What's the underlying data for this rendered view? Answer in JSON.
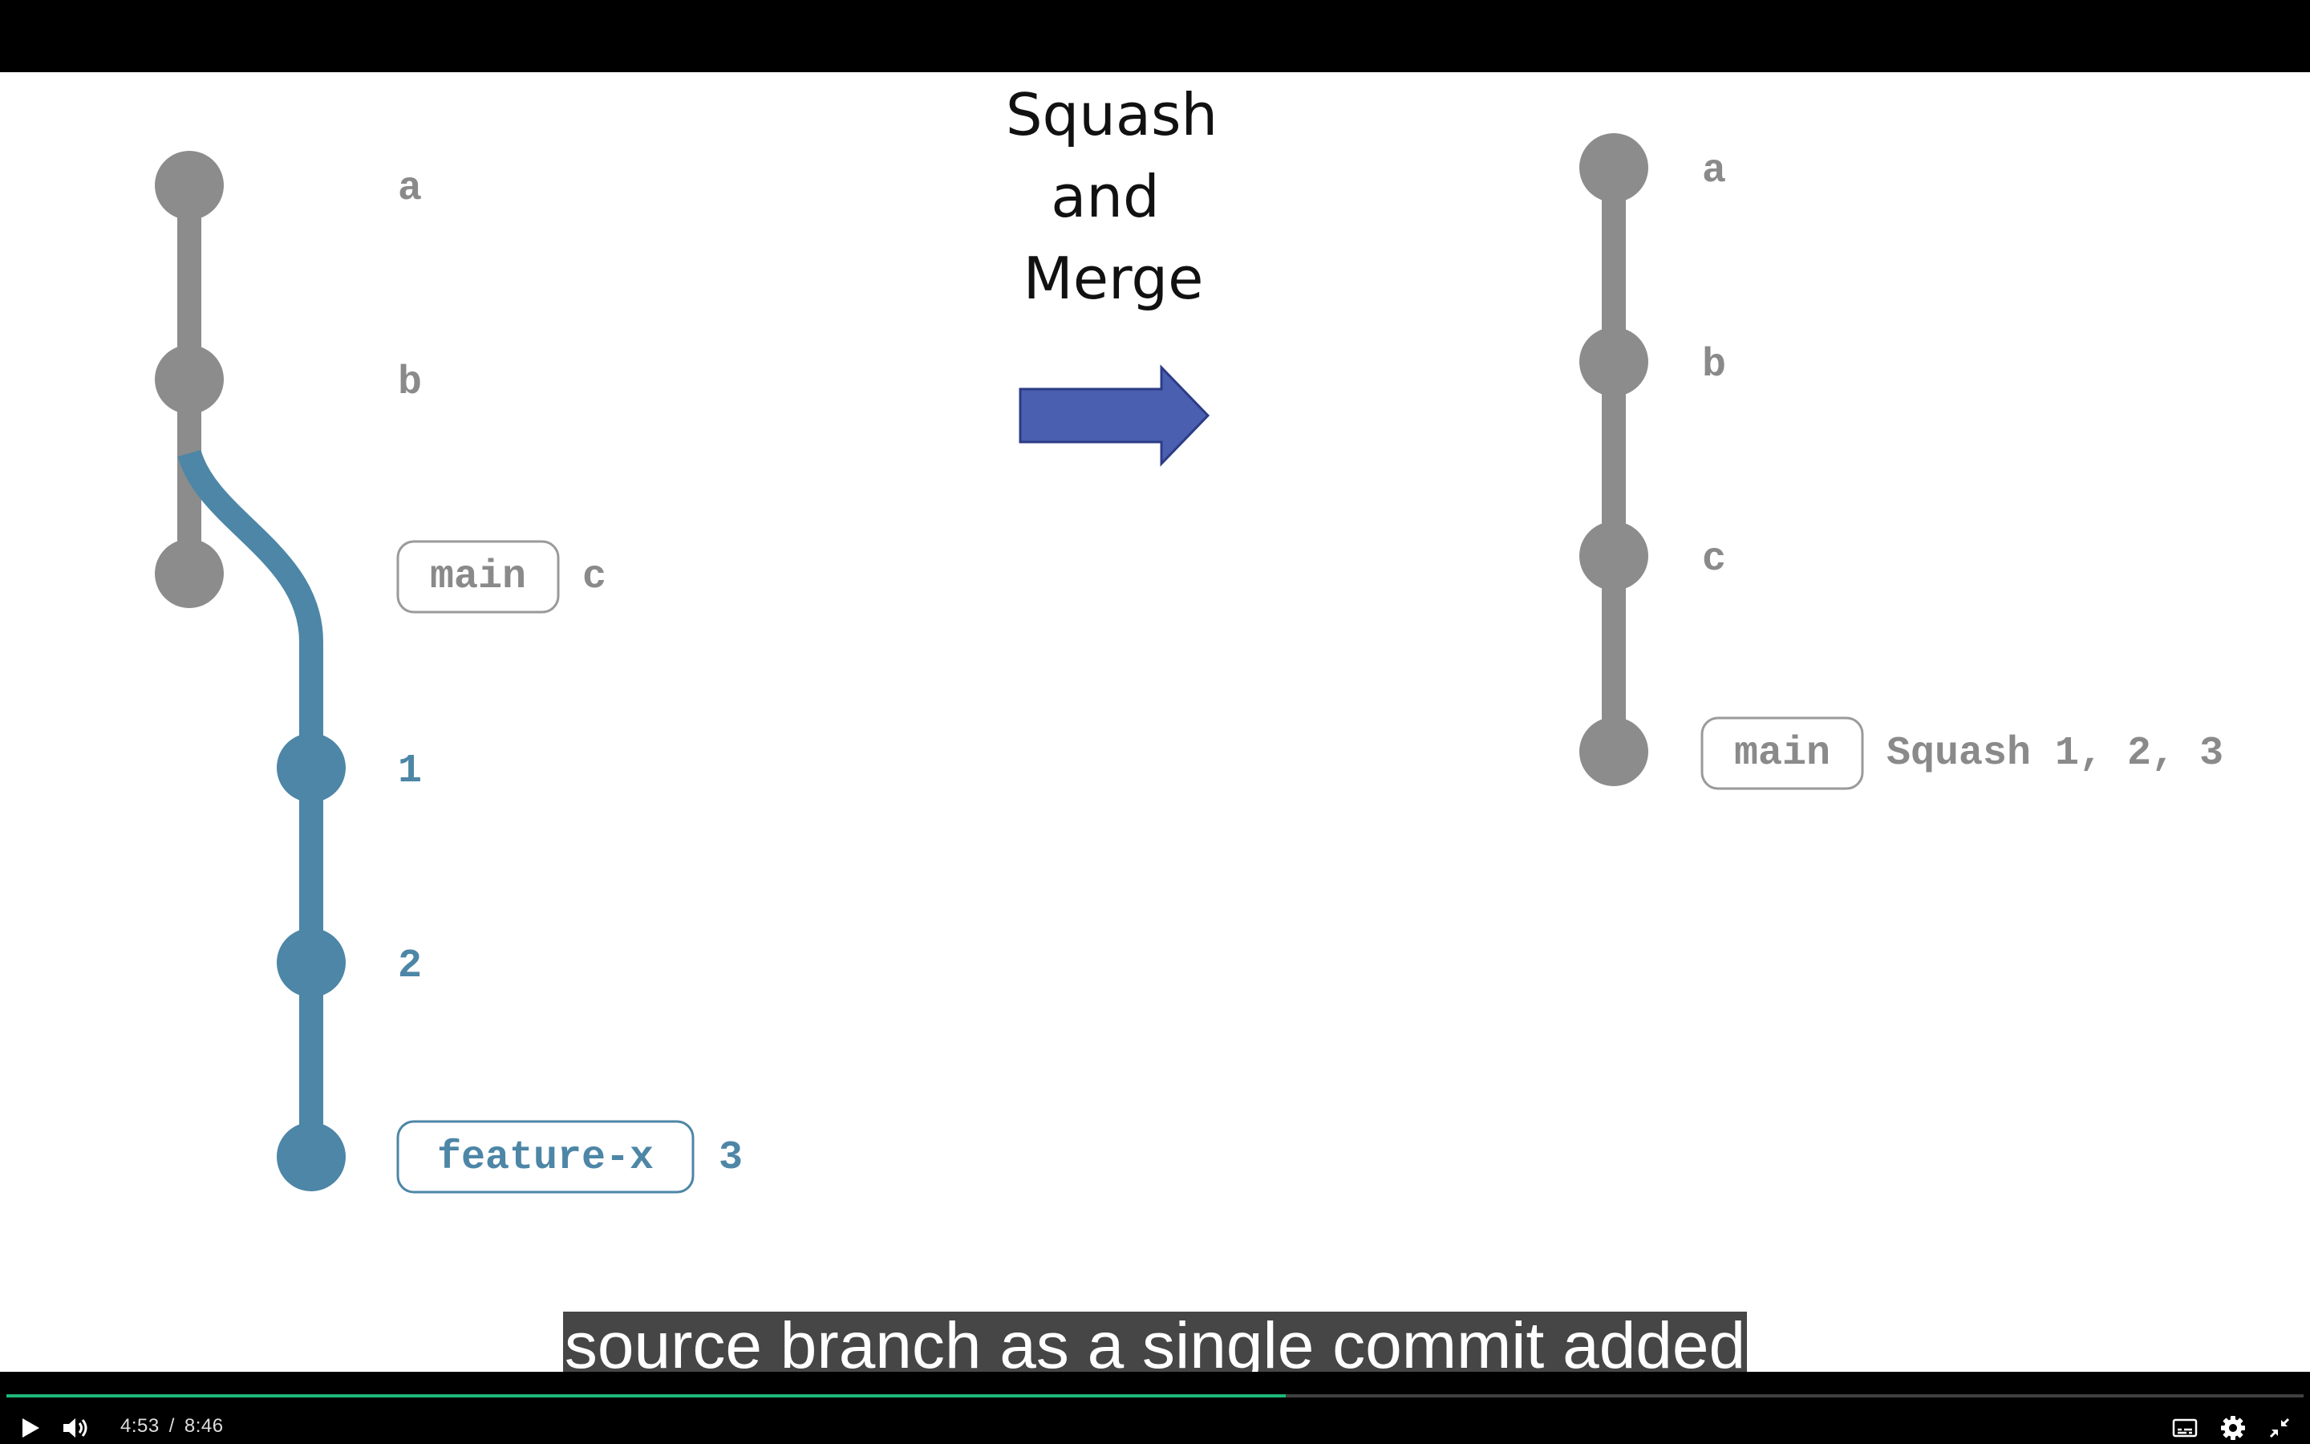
{
  "diagram": {
    "title_lines": [
      "Squash",
      "and",
      "Merge"
    ],
    "left": {
      "commits": [
        "a",
        "b",
        "c",
        "1",
        "2",
        "3"
      ],
      "main_tag": "main",
      "feature_tag": "feature-x"
    },
    "right": {
      "commits": [
        "a",
        "b",
        "c",
        "Squash 1, 2, 3"
      ],
      "main_tag": "main"
    }
  },
  "caption": "source branch as a single commit added",
  "player": {
    "current_time": "4:53",
    "separator": "/",
    "duration": "8:46",
    "progress": 0.557,
    "accent_color": "#1fb87a",
    "icons": [
      "play-icon",
      "volume-icon",
      "captions-icon",
      "settings-icon",
      "exit-fullscreen-icon"
    ]
  },
  "colors": {
    "gray_branch": "#8c8c8c",
    "blue_branch": "#4d86a6",
    "arrow_fill": "#4a5fb0",
    "arrow_stroke": "#2c3c86"
  }
}
